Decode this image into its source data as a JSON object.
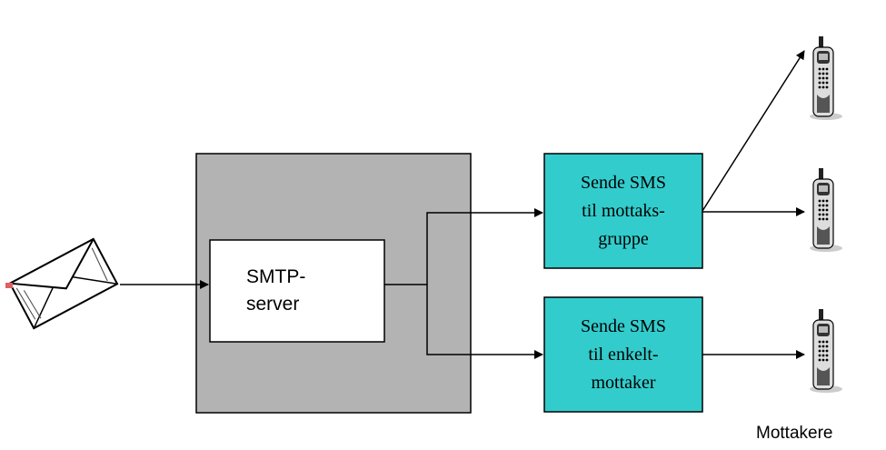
{
  "smtp_server": {
    "label": "SMTP-\nserver"
  },
  "sms_group": {
    "label": "Sende SMS\ntil mottaks-\ngruppe"
  },
  "sms_single": {
    "label": "Sende SMS\ntil enkelt-\nmottaker"
  },
  "recipients_caption": "Mottakere",
  "icons": [
    "envelope-icon",
    "mobile-phone-icon"
  ],
  "colors": {
    "server_container": "#b3b3b3",
    "smtp_box": "#ffffff",
    "sms_box": "#33cccc",
    "lines": "#000000"
  }
}
